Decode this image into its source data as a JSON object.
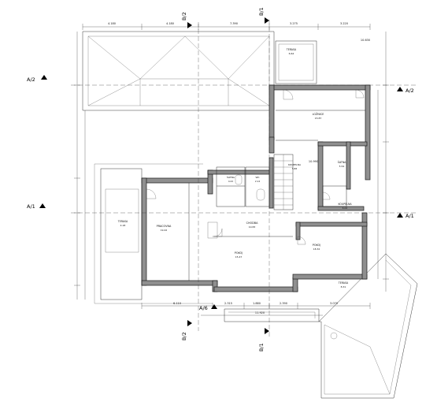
{
  "sections": {
    "a2": "A/2",
    "a1": "A/1",
    "a6": "A/6",
    "b2": "B/2",
    "b1": "B/1"
  },
  "dimensions": {
    "top": [
      "4.180",
      "4.180",
      "7.390",
      "3.275",
      "3.220"
    ],
    "bottom": [
      "6.110",
      "2.315",
      "1.880",
      "2.390",
      "3.070"
    ],
    "bottom_total": "11.920",
    "level_top_right": "10.630",
    "level_mid": "10.990"
  },
  "rooms": [
    {
      "name": "TERASA",
      "area": "6.64"
    },
    {
      "name": "LOŽNICE",
      "area": "15.87"
    },
    {
      "name": "ŠATNA",
      "area": "5.54"
    },
    {
      "name": "KOUPELNA",
      "area": "6.02"
    },
    {
      "name": "PRACOVNA",
      "area": "19.42"
    },
    {
      "name": "CHODBA",
      "area": "10.83"
    },
    {
      "name": "POKOJ",
      "area": "15.47"
    },
    {
      "name": "POKOJ",
      "area": "18.32"
    },
    {
      "name": "TERASA",
      "area": "4.18"
    },
    {
      "name": "ŠATNA",
      "area": "4.22"
    },
    {
      "name": "WC",
      "area": "2.14"
    },
    {
      "name": "KOUPELNA",
      "area": "5.88"
    },
    {
      "name": "TERASA",
      "area": "8.31"
    }
  ]
}
